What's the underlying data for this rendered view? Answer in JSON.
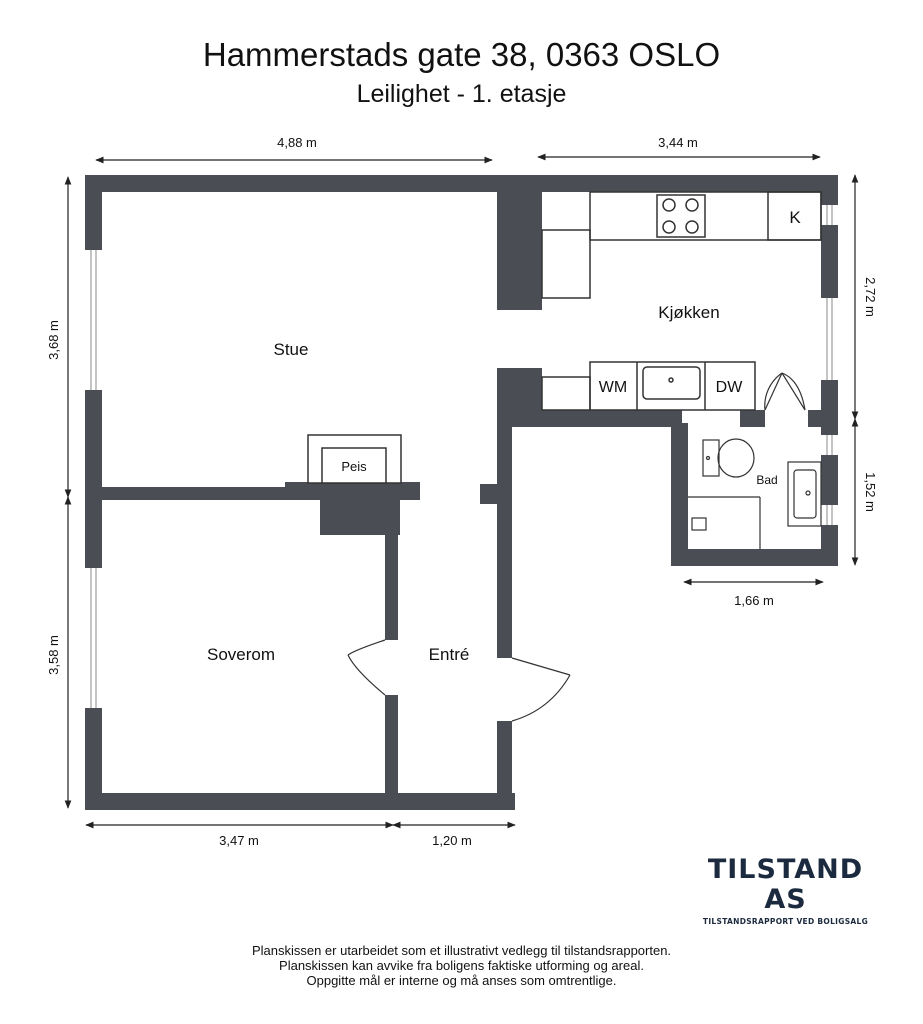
{
  "header": {
    "address": "Hammerstads gate 38, 0363 OSLO",
    "subtitle": "Leilighet - 1. etasje"
  },
  "rooms": {
    "stue": "Stue",
    "kjokken": "Kjøkken",
    "soverom": "Soverom",
    "entre": "Entré",
    "bad": "Bad"
  },
  "fixtures": {
    "peis": "Peis",
    "k": "K",
    "wm": "WM",
    "dw": "DW"
  },
  "dimensions": {
    "top_left": "4,88 m",
    "top_right": "3,44 m",
    "left_upper": "3,68 m",
    "left_lower": "3,58 m",
    "right_upper": "2,72 m",
    "right_lower": "1,52 m",
    "bath_width": "1,66 m",
    "bottom_left": "3,47 m",
    "bottom_right": "1,20 m"
  },
  "logo": {
    "name": "TILSTAND AS",
    "tagline": "TILSTANDSRAPPORT VED BOLIGSALG"
  },
  "disclaimer": [
    "Planskissen er utarbeidet som et illustrativt vedlegg til tilstandsrapporten.",
    "Planskissen kan avvike fra boligens faktiske utforming og areal.",
    "Oppgitte mål er interne og må anses som omtrentlige."
  ],
  "colors": {
    "wall": "#4a4e54",
    "line": "#333333"
  }
}
